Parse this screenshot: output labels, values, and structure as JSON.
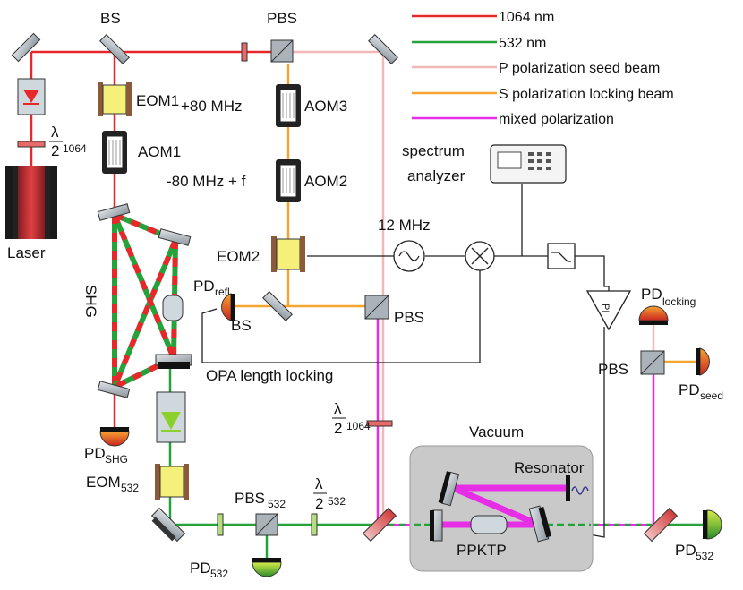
{
  "legend": [
    {
      "id": "1064",
      "label": "1064 nm",
      "color": "#e8272b"
    },
    {
      "id": "532",
      "label": "532 nm",
      "color": "#25a23a"
    },
    {
      "id": "seed",
      "label": "P polarization seed beam",
      "color": "#f2b8b8"
    },
    {
      "id": "lock",
      "label": "S polarization locking beam",
      "color": "#f6a531"
    },
    {
      "id": "mixed",
      "label": "mixed polarization",
      "color": "#e62ee6"
    }
  ],
  "labels": {
    "bs_top": "BS",
    "pbs_top": "PBS",
    "laser": "Laser",
    "eom1": "EOM1",
    "aom1": "AOM1",
    "aom3": "AOM3",
    "aom3_freq": "+80 MHz",
    "aom2": "AOM2",
    "aom2_freq": "-80 MHz + f",
    "eom2": "EOM2",
    "osc_freq": "12 MHz",
    "spectrum_analyzer_line1": "spectrum",
    "spectrum_analyzer_line2": "analyzer",
    "shg": "SHG",
    "pd_refl_main": "PD",
    "pd_refl_sub": "refl",
    "bs_mid": "BS",
    "pbs_mid": "PBS",
    "opa_locking": "OPA length locking",
    "pd_locking_main": "PD",
    "pd_locking_sub": "locking",
    "pbs_right": "PBS",
    "pd_seed_main": "PD",
    "pd_seed_sub": "seed",
    "vacuum": "Vacuum",
    "resonator": "Resonator",
    "ppktp": "PPKTP",
    "pd_shg_main": "PD",
    "pd_shg_sub": "SHG",
    "eom532_main": "EOM",
    "eom532_sub": "532",
    "pbs532_main": "PBS",
    "pbs532_sub": "532",
    "pd532_left_main": "PD",
    "pd532_left_sub": "532",
    "pd532_right_main": "PD",
    "pd532_right_sub": "532",
    "hw_numerator": "λ",
    "hw_denominator": "2",
    "hw1064_top_sub": "1064",
    "hw1064_mid_sub": "1064",
    "hw532_sub": "532"
  },
  "colors": {
    "beam1064": "#e8272b",
    "beam532": "#25a23a",
    "seed": "#f2b8b8",
    "lock": "#f6a531",
    "mixed": "#e62ee6",
    "eom_body": "#f5f07a",
    "eom_plate": "#8a5a3a",
    "vacuum_box": "#c9c9c9",
    "component_gray": "#9aa4ac",
    "pd_red": "#d8442a",
    "pd_orange": "#f0a020",
    "pd_green": "#a8d44a"
  }
}
